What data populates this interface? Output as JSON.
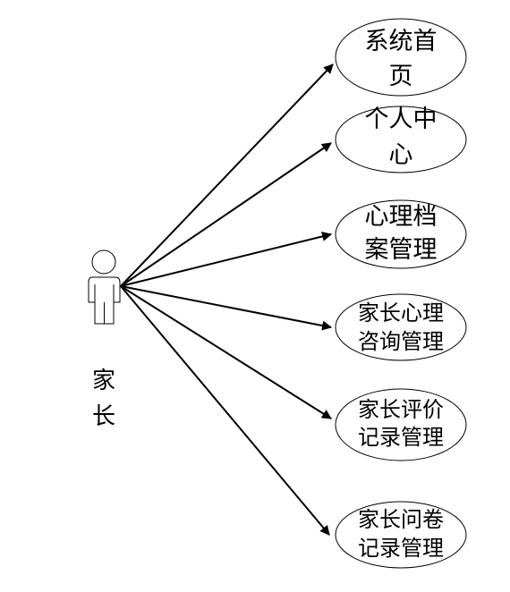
{
  "actor": {
    "label_line1": "家",
    "label_line2": "长"
  },
  "use_cases": [
    {
      "line1": "系统首",
      "line2": "页"
    },
    {
      "line1": "个人中",
      "line2": "心"
    },
    {
      "line1": "心理档",
      "line2": "案管理"
    },
    {
      "line1": "家长心理",
      "line2": "咨询管理"
    },
    {
      "line1": "家长评价",
      "line2": "记录管理"
    },
    {
      "line1": "家长问卷",
      "line2": "记录管理"
    }
  ]
}
